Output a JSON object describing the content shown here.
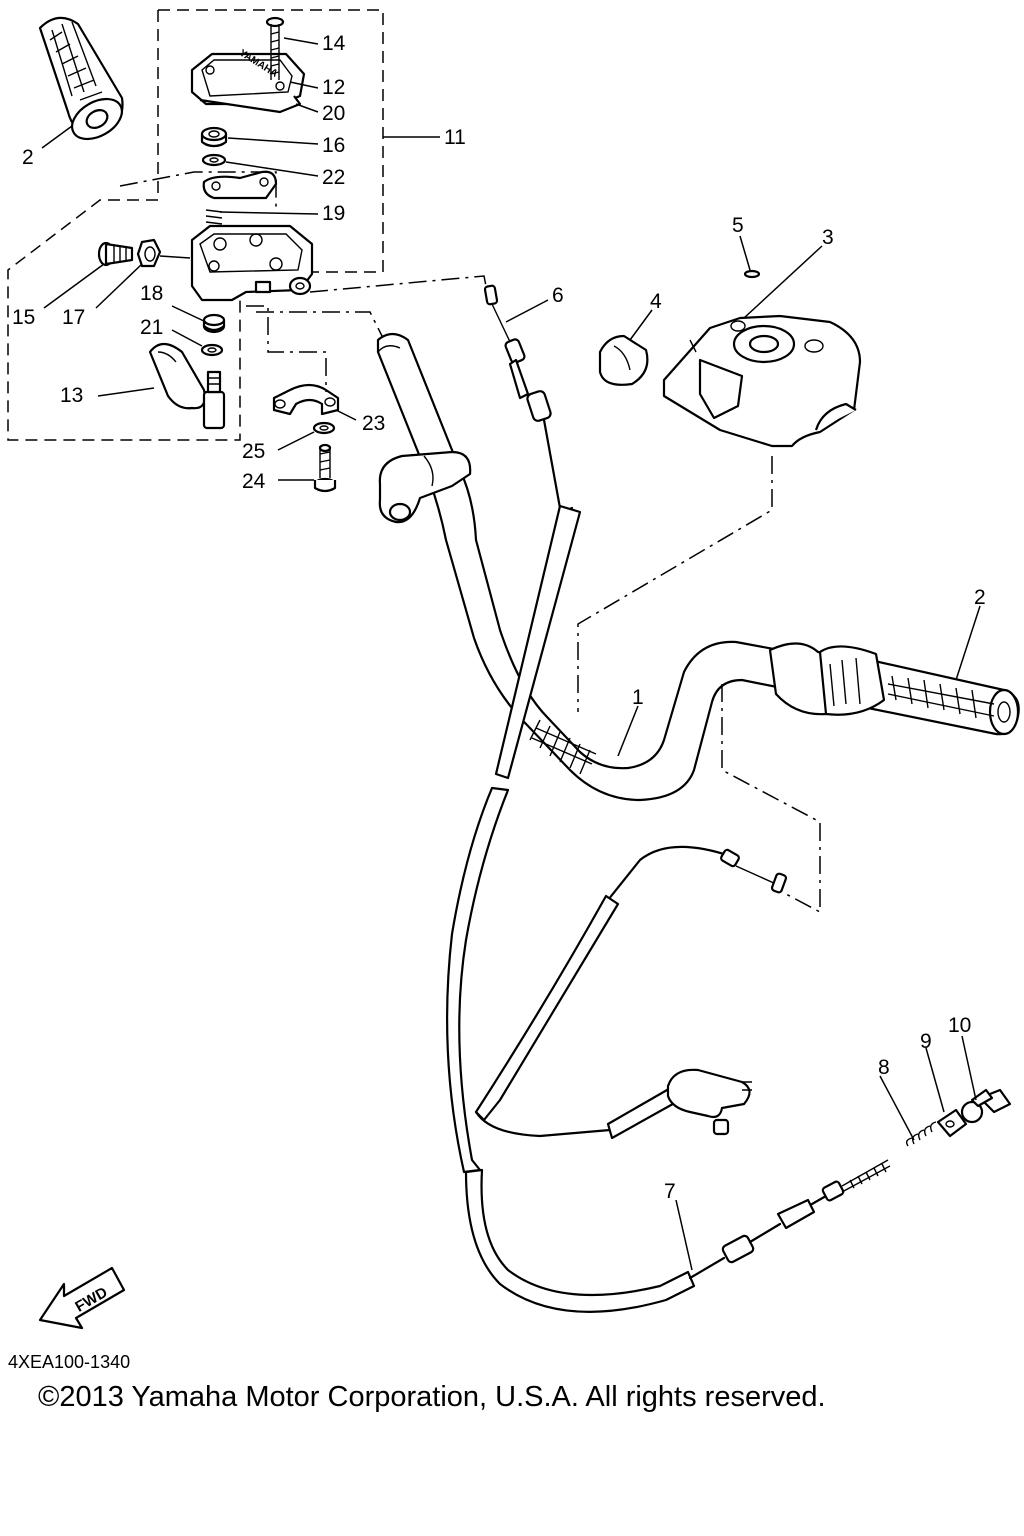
{
  "callouts": [
    {
      "id": "1",
      "label": "1"
    },
    {
      "id": "2a",
      "label": "2"
    },
    {
      "id": "2b",
      "label": "2"
    },
    {
      "id": "3",
      "label": "3"
    },
    {
      "id": "4",
      "label": "4"
    },
    {
      "id": "5",
      "label": "5"
    },
    {
      "id": "6",
      "label": "6"
    },
    {
      "id": "7",
      "label": "7"
    },
    {
      "id": "8",
      "label": "8"
    },
    {
      "id": "9",
      "label": "9"
    },
    {
      "id": "10",
      "label": "10"
    },
    {
      "id": "11",
      "label": "11"
    },
    {
      "id": "12",
      "label": "12"
    },
    {
      "id": "13",
      "label": "13"
    },
    {
      "id": "14",
      "label": "14"
    },
    {
      "id": "15",
      "label": "15"
    },
    {
      "id": "16",
      "label": "16"
    },
    {
      "id": "17",
      "label": "17"
    },
    {
      "id": "18",
      "label": "18"
    },
    {
      "id": "19",
      "label": "19"
    },
    {
      "id": "20",
      "label": "20"
    },
    {
      "id": "21",
      "label": "21"
    },
    {
      "id": "22",
      "label": "22"
    },
    {
      "id": "23",
      "label": "23"
    },
    {
      "id": "24",
      "label": "24"
    },
    {
      "id": "25",
      "label": "25"
    }
  ],
  "fwd_arrow_label": "FWD",
  "housing_brand": "YAMAHA",
  "diagram_code": "4XEA100-1340",
  "copyright": "©2013 Yamaha Motor Corporation, U.S.A. All rights reserved."
}
